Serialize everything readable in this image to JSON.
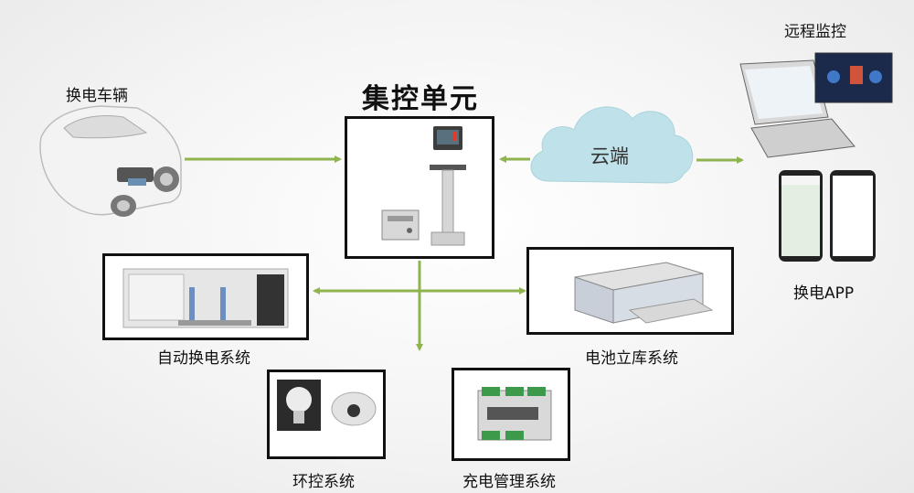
{
  "title": "集控单元",
  "cloud": "云端",
  "labels": {
    "vehicle": "换电车辆",
    "remote": "远程监控",
    "app": "换电APP",
    "auto_swap": "自动换电系统",
    "battery_storage": "电池立库系统",
    "env_control": "环控系统",
    "charge_mgmt": "充电管理系统"
  },
  "colors": {
    "connector": "#8fb34e",
    "cloud": "#bfe2ea",
    "border": "#111111"
  }
}
